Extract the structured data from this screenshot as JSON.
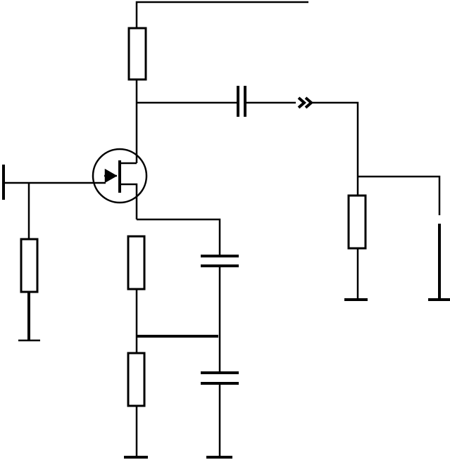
{
  "diagram": {
    "kind": "circuit-schematic",
    "components": [
      {
        "id": "r-drain",
        "type": "resistor"
      },
      {
        "id": "r-gate",
        "type": "resistor"
      },
      {
        "id": "r-source-1",
        "type": "resistor"
      },
      {
        "id": "r-source-2",
        "type": "resistor"
      },
      {
        "id": "r-load",
        "type": "resistor"
      },
      {
        "id": "c-coupling",
        "type": "capacitor"
      },
      {
        "id": "c-bypass-1",
        "type": "capacitor"
      },
      {
        "id": "c-bypass-2",
        "type": "capacitor"
      },
      {
        "id": "q1",
        "type": "jfet-n-channel"
      },
      {
        "id": "connector",
        "type": "plug-connector"
      }
    ],
    "colors": {
      "stroke": "#000000",
      "background": "#ffffff"
    }
  }
}
